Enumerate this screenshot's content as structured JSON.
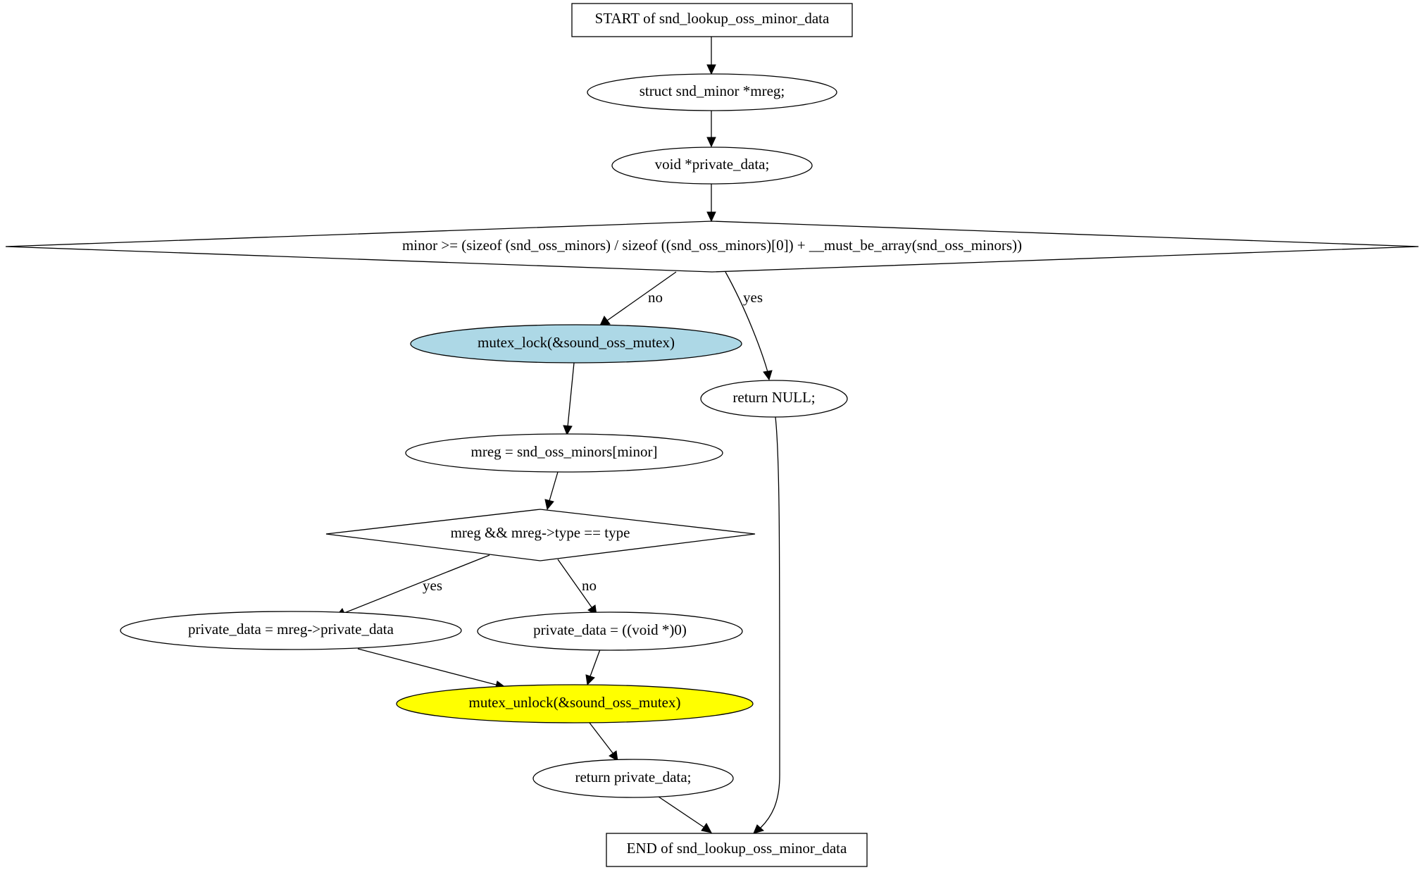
{
  "diagram": {
    "title": "",
    "colors": {
      "stroke": "#000000",
      "default_fill": "#ffffff",
      "mutex_lock_fill": "#add8e6",
      "mutex_unlock_fill": "#ffff00"
    },
    "nodes": {
      "start": {
        "shape": "box",
        "label": "START of snd_lookup_oss_minor_data"
      },
      "decl_mreg": {
        "shape": "ellipse",
        "label": "struct snd_minor *mreg;"
      },
      "decl_private": {
        "shape": "ellipse",
        "label": "void *private_data;"
      },
      "cond_minor": {
        "shape": "diamond",
        "label": "minor >= (sizeof (snd_oss_minors) / sizeof ((snd_oss_minors)[0]) + __must_be_array(snd_oss_minors))"
      },
      "mutex_lock": {
        "shape": "ellipse",
        "label": "mutex_lock(&sound_oss_mutex)"
      },
      "return_null": {
        "shape": "ellipse",
        "label": "return NULL;"
      },
      "assign_mreg": {
        "shape": "ellipse",
        "label": "mreg = snd_oss_minors[minor]"
      },
      "cond_type": {
        "shape": "diamond",
        "label": "mreg && mreg->type == type"
      },
      "assign_private": {
        "shape": "ellipse",
        "label": "private_data = mreg->private_data"
      },
      "assign_null": {
        "shape": "ellipse",
        "label": "private_data = ((void *)0)"
      },
      "mutex_unlock": {
        "shape": "ellipse",
        "label": "mutex_unlock(&sound_oss_mutex)"
      },
      "return_private": {
        "shape": "ellipse",
        "label": "return private_data;"
      },
      "end": {
        "shape": "box",
        "label": "END of snd_lookup_oss_minor_data"
      }
    },
    "edges": [
      {
        "from": "start",
        "to": "decl_mreg",
        "label": ""
      },
      {
        "from": "decl_mreg",
        "to": "decl_private",
        "label": ""
      },
      {
        "from": "decl_private",
        "to": "cond_minor",
        "label": ""
      },
      {
        "from": "cond_minor",
        "to": "mutex_lock",
        "label": "no"
      },
      {
        "from": "cond_minor",
        "to": "return_null",
        "label": "yes"
      },
      {
        "from": "mutex_lock",
        "to": "assign_mreg",
        "label": ""
      },
      {
        "from": "assign_mreg",
        "to": "cond_type",
        "label": ""
      },
      {
        "from": "cond_type",
        "to": "assign_private",
        "label": "yes"
      },
      {
        "from": "cond_type",
        "to": "assign_null",
        "label": "no"
      },
      {
        "from": "assign_private",
        "to": "mutex_unlock",
        "label": ""
      },
      {
        "from": "assign_null",
        "to": "mutex_unlock",
        "label": ""
      },
      {
        "from": "mutex_unlock",
        "to": "return_private",
        "label": ""
      },
      {
        "from": "return_private",
        "to": "end",
        "label": ""
      },
      {
        "from": "return_null",
        "to": "end",
        "label": ""
      }
    ]
  }
}
